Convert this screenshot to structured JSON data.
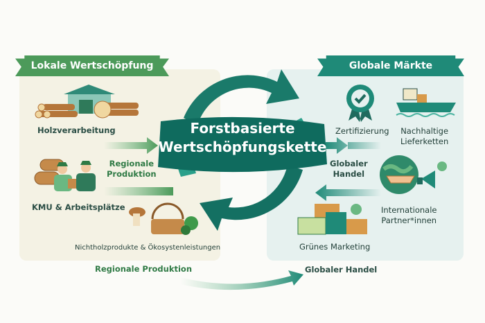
{
  "title_line1": "Forstbasierte",
  "title_line2": "Wertschöpfungskette",
  "left": {
    "banner": "Lokale Wertschöpfung",
    "items": [
      "Holzverarbeitung",
      "KMU & Arbeitsplätze",
      "Nichtholzprodukte & Ökosystenleistungen"
    ],
    "arrow_label_1": "Regionale",
    "arrow_label_2": "Produktion"
  },
  "right": {
    "banner": "Globale Märkte",
    "items": [
      "Zertifizierung",
      "Nachhaltige",
      "Lieferketten",
      "Internationale",
      "Partner*innen",
      "Grünes Marketing"
    ],
    "arrow_label_1": "Globaler",
    "arrow_label_2": "Handel"
  },
  "bottom": {
    "left_label": "Regionale Produktion",
    "right_label": "Globaler Handel"
  },
  "colors": {
    "green": "#4c9a5a",
    "teal": "#1f8a78",
    "dark_teal": "#0f6b5e"
  }
}
